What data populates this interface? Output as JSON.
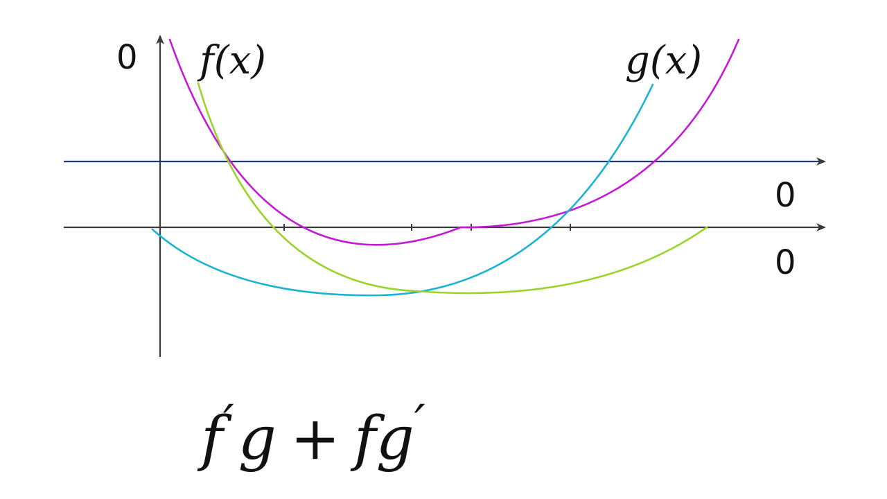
{
  "labels": {
    "y_axis_origin": "0",
    "top_axis_origin": "0",
    "bottom_axis_origin": "0",
    "f_label": "f(x)",
    "g_label": "g(x)"
  },
  "formula": {
    "f": "f",
    "prime1": "′",
    "g": "g",
    "plus": "+",
    "fg": "fg",
    "prime2": "′"
  },
  "colors": {
    "f_curve": "#c419d6",
    "g_curve": "#1bb3d3",
    "product_curve": "#9bd32a",
    "top_axis": "#1f3a6e",
    "axis": "#3a3a3a"
  }
}
